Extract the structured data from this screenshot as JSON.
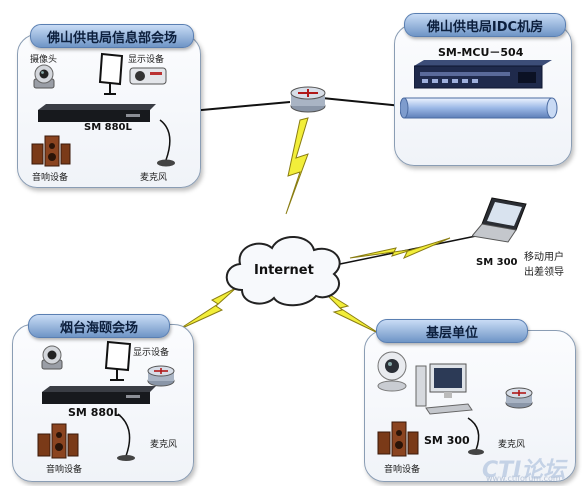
{
  "sites": {
    "foshan_info": {
      "title": "佛山供电局信息部会场",
      "camera": "摄像头",
      "display": "显示设备",
      "terminal": "SM 880L",
      "speaker": "音响设备",
      "mic": "麦克风"
    },
    "foshan_idc": {
      "title": "佛山供电局IDC机房",
      "mcu": "SM-MCU－504"
    },
    "mobile": {
      "terminal": "SM 300",
      "label_line1": "移动用户",
      "label_line2": "出差领导"
    },
    "yantai": {
      "title": "烟台海颐会场",
      "display": "显示设备",
      "terminal": "SM 880L",
      "speaker": "音响设备",
      "mic": "麦克风"
    },
    "base": {
      "title": "基层单位",
      "terminal": "SM 300",
      "speaker": "音响设备",
      "mic": "麦克风"
    }
  },
  "cloud": {
    "label": "Internet"
  },
  "watermark": {
    "logo_text": "CTI论坛",
    "url": "www.ctiforum.com"
  },
  "colors": {
    "tab_top": "#c9dcf5",
    "tab_bottom": "#6f95c6",
    "lightning": "#f2ee3a",
    "cable": "#111111"
  }
}
